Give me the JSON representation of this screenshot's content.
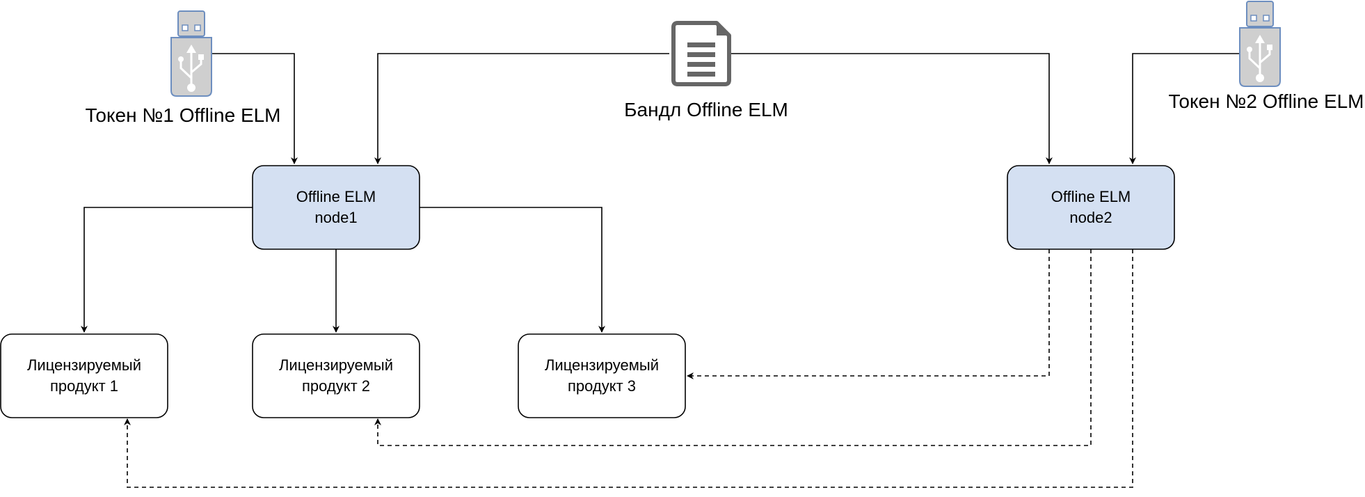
{
  "colors": {
    "node_fill": "#d4e0f2",
    "node_stroke": "#000000",
    "usb_fill": "#cfcfcf",
    "usb_stroke": "#6d8ebf",
    "doc_fill": "#ffffff",
    "doc_stroke": "#666666",
    "line": "#000000"
  },
  "icons": {
    "token1": "usb-token-icon",
    "token2": "usb-token-icon",
    "bundle": "document-icon"
  },
  "labels": {
    "token1": "Токен №1 Offline ELM",
    "token2": "Токен №2 Offline ELM",
    "bundle": "Бандл Offline ELM"
  },
  "nodes": {
    "node1": {
      "line1": "Offline ELM",
      "line2": "node1"
    },
    "node2": {
      "line1": "Offline ELM",
      "line2": "node2"
    }
  },
  "products": [
    {
      "line1": "Лицензируемый",
      "line2": "продукт 1"
    },
    {
      "line1": "Лицензируемый",
      "line2": "продукт 2"
    },
    {
      "line1": "Лицензируемый",
      "line2": "продукт 3"
    }
  ]
}
